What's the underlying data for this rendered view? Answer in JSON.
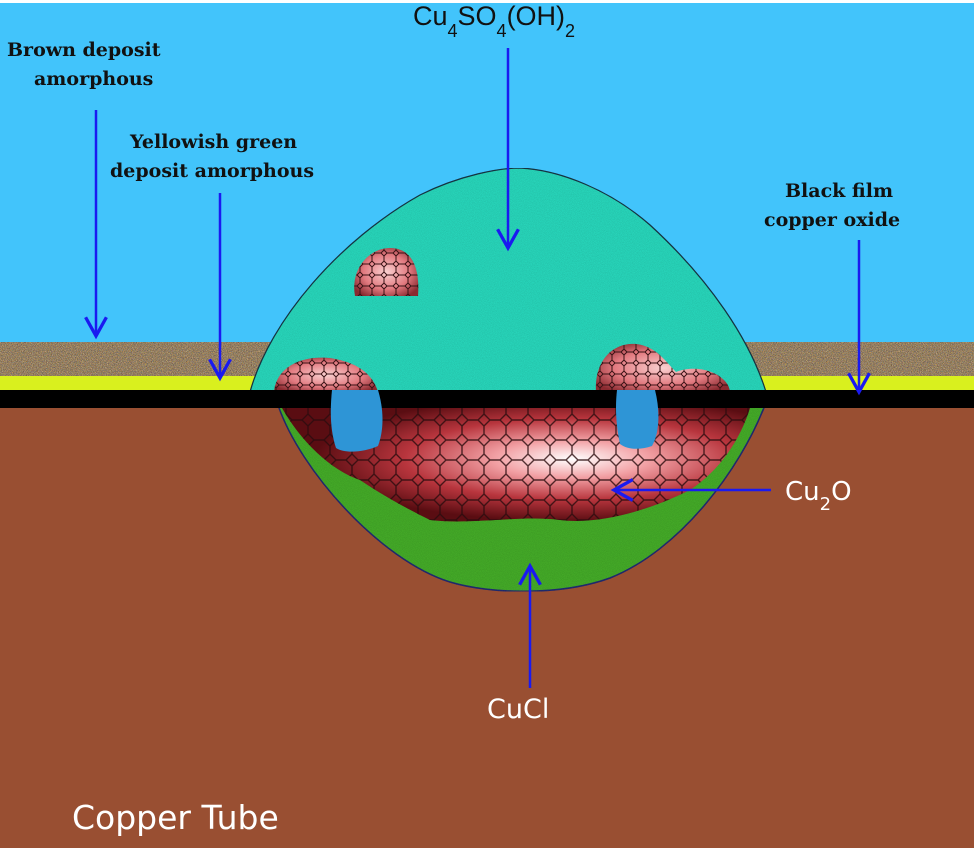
{
  "diagram": {
    "title": "Copper tube pitting corrosion cross-section",
    "labels": {
      "brown_deposit": [
        "Brown deposit",
        "amorphous"
      ],
      "yellowish_green_deposit": [
        "Yellowish green",
        "deposit amorphous"
      ],
      "black_film": [
        "Black film",
        "copper oxide"
      ],
      "basic_copper_sulfate": {
        "parts": [
          "Cu",
          "4",
          "SO",
          "4",
          "(OH)",
          "2"
        ]
      },
      "cuprous_oxide": {
        "parts": [
          "Cu",
          "2",
          "O"
        ]
      },
      "cuprous_chloride": "CuCl",
      "copper_tube": "Copper Tube"
    },
    "colors": {
      "water": "#42c4fb",
      "brown_deposit": "#6b4a2a",
      "yellow_deposit": "#d9f01e",
      "black_film": "#000000",
      "copper": "#994f32",
      "mound": "#2ee6c9",
      "cucl": "#4cb82e",
      "cu2o_dark": "#7a1a1f",
      "cu2o_light": "#f6c6c6",
      "void": "#2e95d6",
      "arrow": "#1a1af0"
    }
  }
}
